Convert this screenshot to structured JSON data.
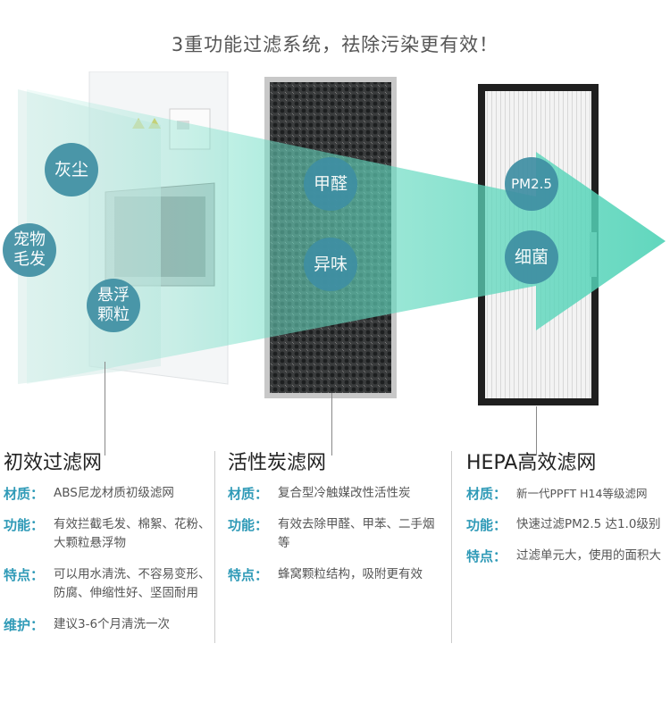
{
  "headline": "3重功能过滤系统，祛除污染更有效！",
  "bubbles": {
    "dust": "灰尘",
    "pet_hair": "宠物毛发",
    "particles": "悬浮颗粒",
    "formaldehyde": "甲醛",
    "odor": "异味",
    "pm25": "PM2.5",
    "bacteria": "细菌"
  },
  "columns": [
    {
      "title": "初效过滤网",
      "rows": [
        {
          "label": "材质：",
          "text": "ABS尼龙材质初级滤网"
        },
        {
          "label": "功能：",
          "text": "有效拦截毛发、棉絮、花粉、大颗粒悬浮物"
        },
        {
          "label": "特点：",
          "text": "可以用水清洗、不容易变形、防腐、伸缩性好、坚固耐用"
        },
        {
          "label": "维护：",
          "text": "建议3-6个月清洗一次"
        }
      ]
    },
    {
      "title": "活性炭滤网",
      "rows": [
        {
          "label": "材质：",
          "text": "复合型冷触媒改性活性炭"
        },
        {
          "label": "功能：",
          "text": "有效去除甲醛、甲苯、二手烟等"
        },
        {
          "label": "特点：",
          "text": "蜂窝颗粒结构，吸附更有效"
        }
      ]
    },
    {
      "title": "HEPA高效滤网",
      "rows": [
        {
          "label": "材质：",
          "text": "新一代PPFT H14等级滤网"
        },
        {
          "label": "功能：",
          "text": "快速过滤PM2.5 达1.0级别"
        },
        {
          "label": "特点：",
          "text": "过滤单元大，使用的面积大"
        }
      ]
    }
  ],
  "colors": {
    "accent": "#2f9ab7",
    "bubble": "#3f8fa3",
    "arrow": "#5fd8bd"
  }
}
